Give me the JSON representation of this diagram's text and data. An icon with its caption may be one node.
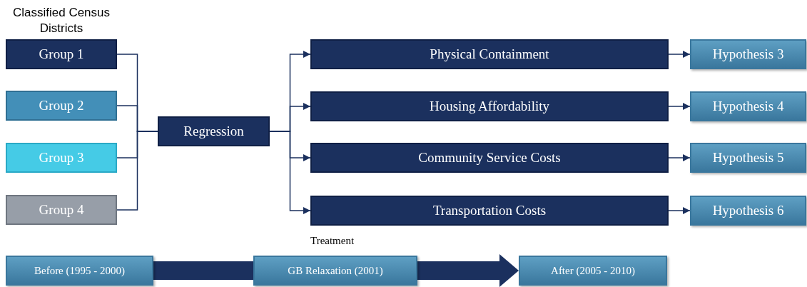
{
  "diagram": {
    "nodes": [
      {
        "text": [
          "Group 1"
        ]
      },
      {
        "text": [
          "Group 2"
        ]
      },
      {
        "text": [
          "Group 3"
        ]
      },
      {
        "text": [
          "Group 4"
        ]
      },
      {
        "text": [
          "Regression"
        ]
      },
      {
        "text": [
          "Physical Containment"
        ]
      },
      {
        "text": [
          "Housing Affordability"
        ]
      },
      {
        "text": [
          "Community Service Costs"
        ]
      },
      {
        "text": [
          "Transportation Costs"
        ]
      },
      {
        "text": [
          "Hypothesis 3"
        ]
      },
      {
        "text": [
          "Hypothesis 4"
        ]
      },
      {
        "text": [
          "Hypothesis 5"
        ]
      },
      {
        "text": [
          "Hypothesis 6"
        ]
      },
      {
        "text": [
          "Before (1995 - 2000)"
        ]
      },
      {
        "text": [
          "GB Relaxation (2001)"
        ],
        "beside": [
          "Treatment"
        ]
      },
      {
        "text": [
          "After (2005 - 2010)"
        ]
      }
    ],
    "edges": [
      {
        "from": 0,
        "to": 4,
        "arrow": "none"
      },
      {
        "from": 1,
        "to": 4,
        "arrow": "none"
      },
      {
        "from": 2,
        "to": 4,
        "arrow": "none"
      },
      {
        "from": 3,
        "to": 4,
        "arrow": "none"
      },
      {
        "from": 4,
        "to": 5,
        "arrow": "to"
      },
      {
        "from": 4,
        "to": 6,
        "arrow": "to"
      },
      {
        "from": 4,
        "to": 7,
        "arrow": "to"
      },
      {
        "from": 4,
        "to": 8,
        "arrow": "to"
      },
      {
        "from": 5,
        "to": 9,
        "arrow": "to"
      },
      {
        "from": 6,
        "to": 10,
        "arrow": "to"
      },
      {
        "from": 7,
        "to": 11,
        "arrow": "to"
      },
      {
        "from": 8,
        "to": 12,
        "arrow": "to"
      },
      {
        "from": 13,
        "to": 14,
        "arrow": "none",
        "style": "thick"
      },
      {
        "from": 14,
        "to": 15,
        "arrow": "to",
        "style": "thick"
      }
    ],
    "labels": [
      "Classified Census Districts"
    ]
  }
}
